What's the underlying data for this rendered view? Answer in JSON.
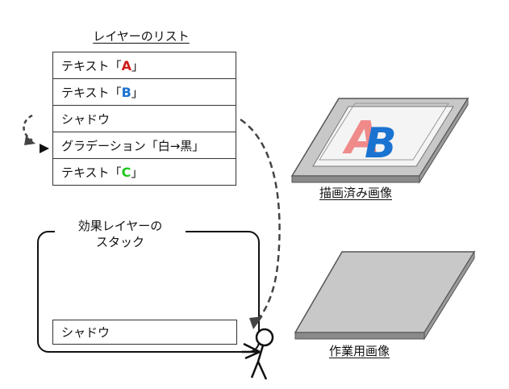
{
  "layer_list": {
    "title": "レイヤーのリスト",
    "rows": [
      {
        "prefix": "テキスト「",
        "highlight": "A",
        "suffix": "」",
        "color": "#d01a1a"
      },
      {
        "prefix": "テキスト「",
        "highlight": "B",
        "suffix": "」",
        "color": "#1a73d0"
      },
      {
        "prefix": "シャドウ",
        "highlight": "",
        "suffix": "",
        "color": ""
      },
      {
        "prefix": "グラデーション「白→黒」",
        "highlight": "",
        "suffix": "",
        "color": ""
      },
      {
        "prefix": "テキスト「",
        "highlight": "C",
        "suffix": "」",
        "color": "#1ec81e"
      }
    ]
  },
  "effect_stack": {
    "title": "効果レイヤーの\nスタック",
    "item": "シャドウ"
  },
  "images": {
    "drawn_caption": "描画済み画像",
    "work_caption": "作業用画像",
    "drawn_letter_a": "A",
    "drawn_letter_b": "B"
  },
  "colors": {
    "letter_a_drawn": "#f08a8a",
    "letter_b_drawn": "#1a73d0",
    "plate_gray": "#c8c8c8",
    "plate_side": "#8a8a8a"
  }
}
